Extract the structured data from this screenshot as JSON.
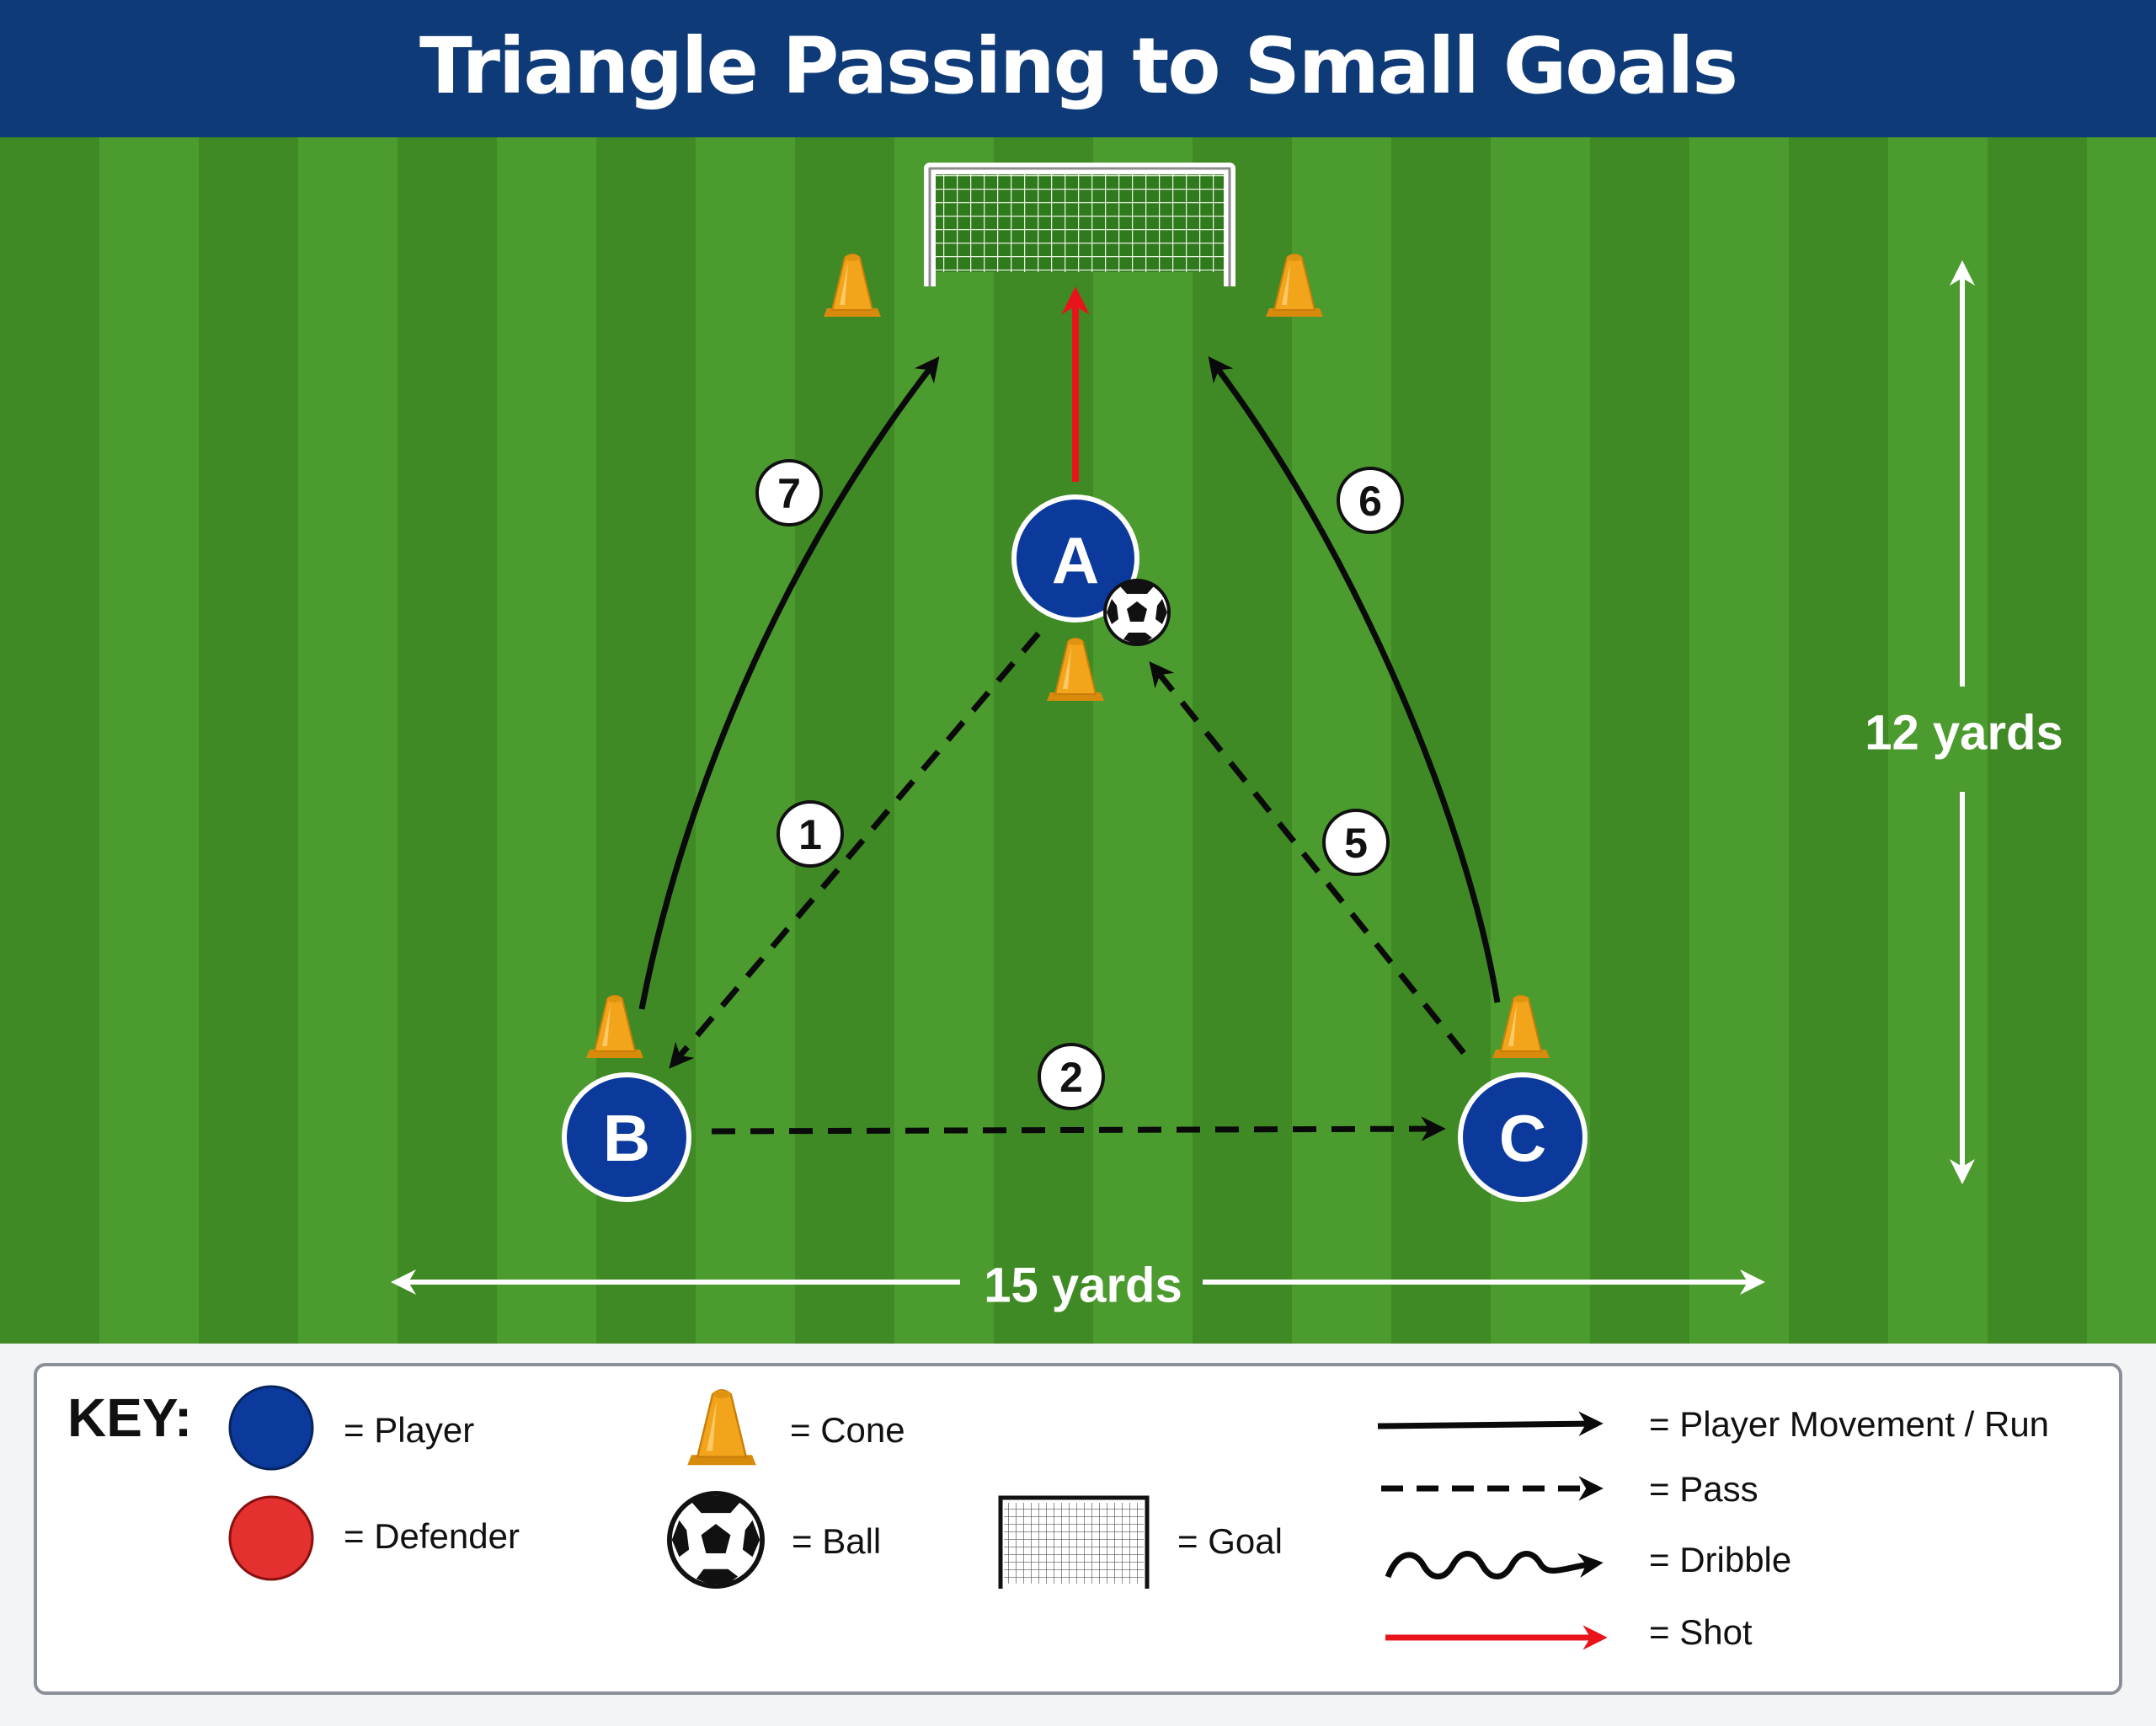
{
  "header": {
    "title": "Triangle Passing to Small Goals"
  },
  "players": [
    {
      "label": "A"
    },
    {
      "label": "B"
    },
    {
      "label": "C"
    }
  ],
  "sequence_numbers": [
    "1",
    "2",
    "5",
    "6",
    "7"
  ],
  "dimensions": {
    "width_label": "15 yards",
    "depth_label": "12 yards"
  },
  "key": {
    "heading": "KEY:",
    "player": "= Player",
    "defender": "= Defender",
    "cone": "= Cone",
    "ball": "= Ball",
    "goal": "= Goal",
    "run": "= Player Movement / Run",
    "pass": "= Pass",
    "dribble": "= Dribble",
    "shot": "= Shot"
  },
  "colors": {
    "title_bar": "#0e3a78",
    "pitch_light": "#4c9b2e",
    "pitch_dark": "#3f8a25",
    "player": "#0b3a9c",
    "defender": "#e53030",
    "cone": "#f2a51a",
    "shot": "#e8141b",
    "line": "#0a0a0a"
  }
}
